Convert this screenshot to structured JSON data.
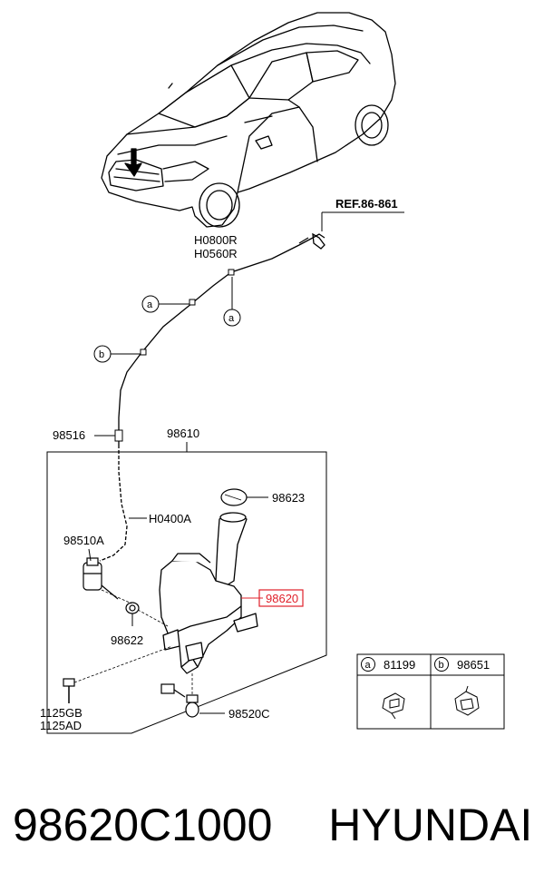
{
  "diagram": {
    "ref_label": "REF.86-861",
    "hose_labels": [
      "H0800R",
      "H0560R"
    ],
    "clip_a": "a",
    "clip_b": "b",
    "parts": {
      "p98516": "98516",
      "p98610": "98610",
      "p98623": "98623",
      "h0400a": "H0400A",
      "p98510a": "98510A",
      "p98620": "98620",
      "p98622": "98622",
      "p1125gb": "1125GB",
      "p1125ad": "1125AD",
      "p98520c": "98520C"
    },
    "legend": {
      "a_letter": "a",
      "a_part": "81199",
      "b_letter": "b",
      "b_part": "98651"
    },
    "highlight_color": "#e0202a"
  },
  "footer": {
    "part_number": "98620C1000",
    "brand": "HYUNDAI"
  }
}
